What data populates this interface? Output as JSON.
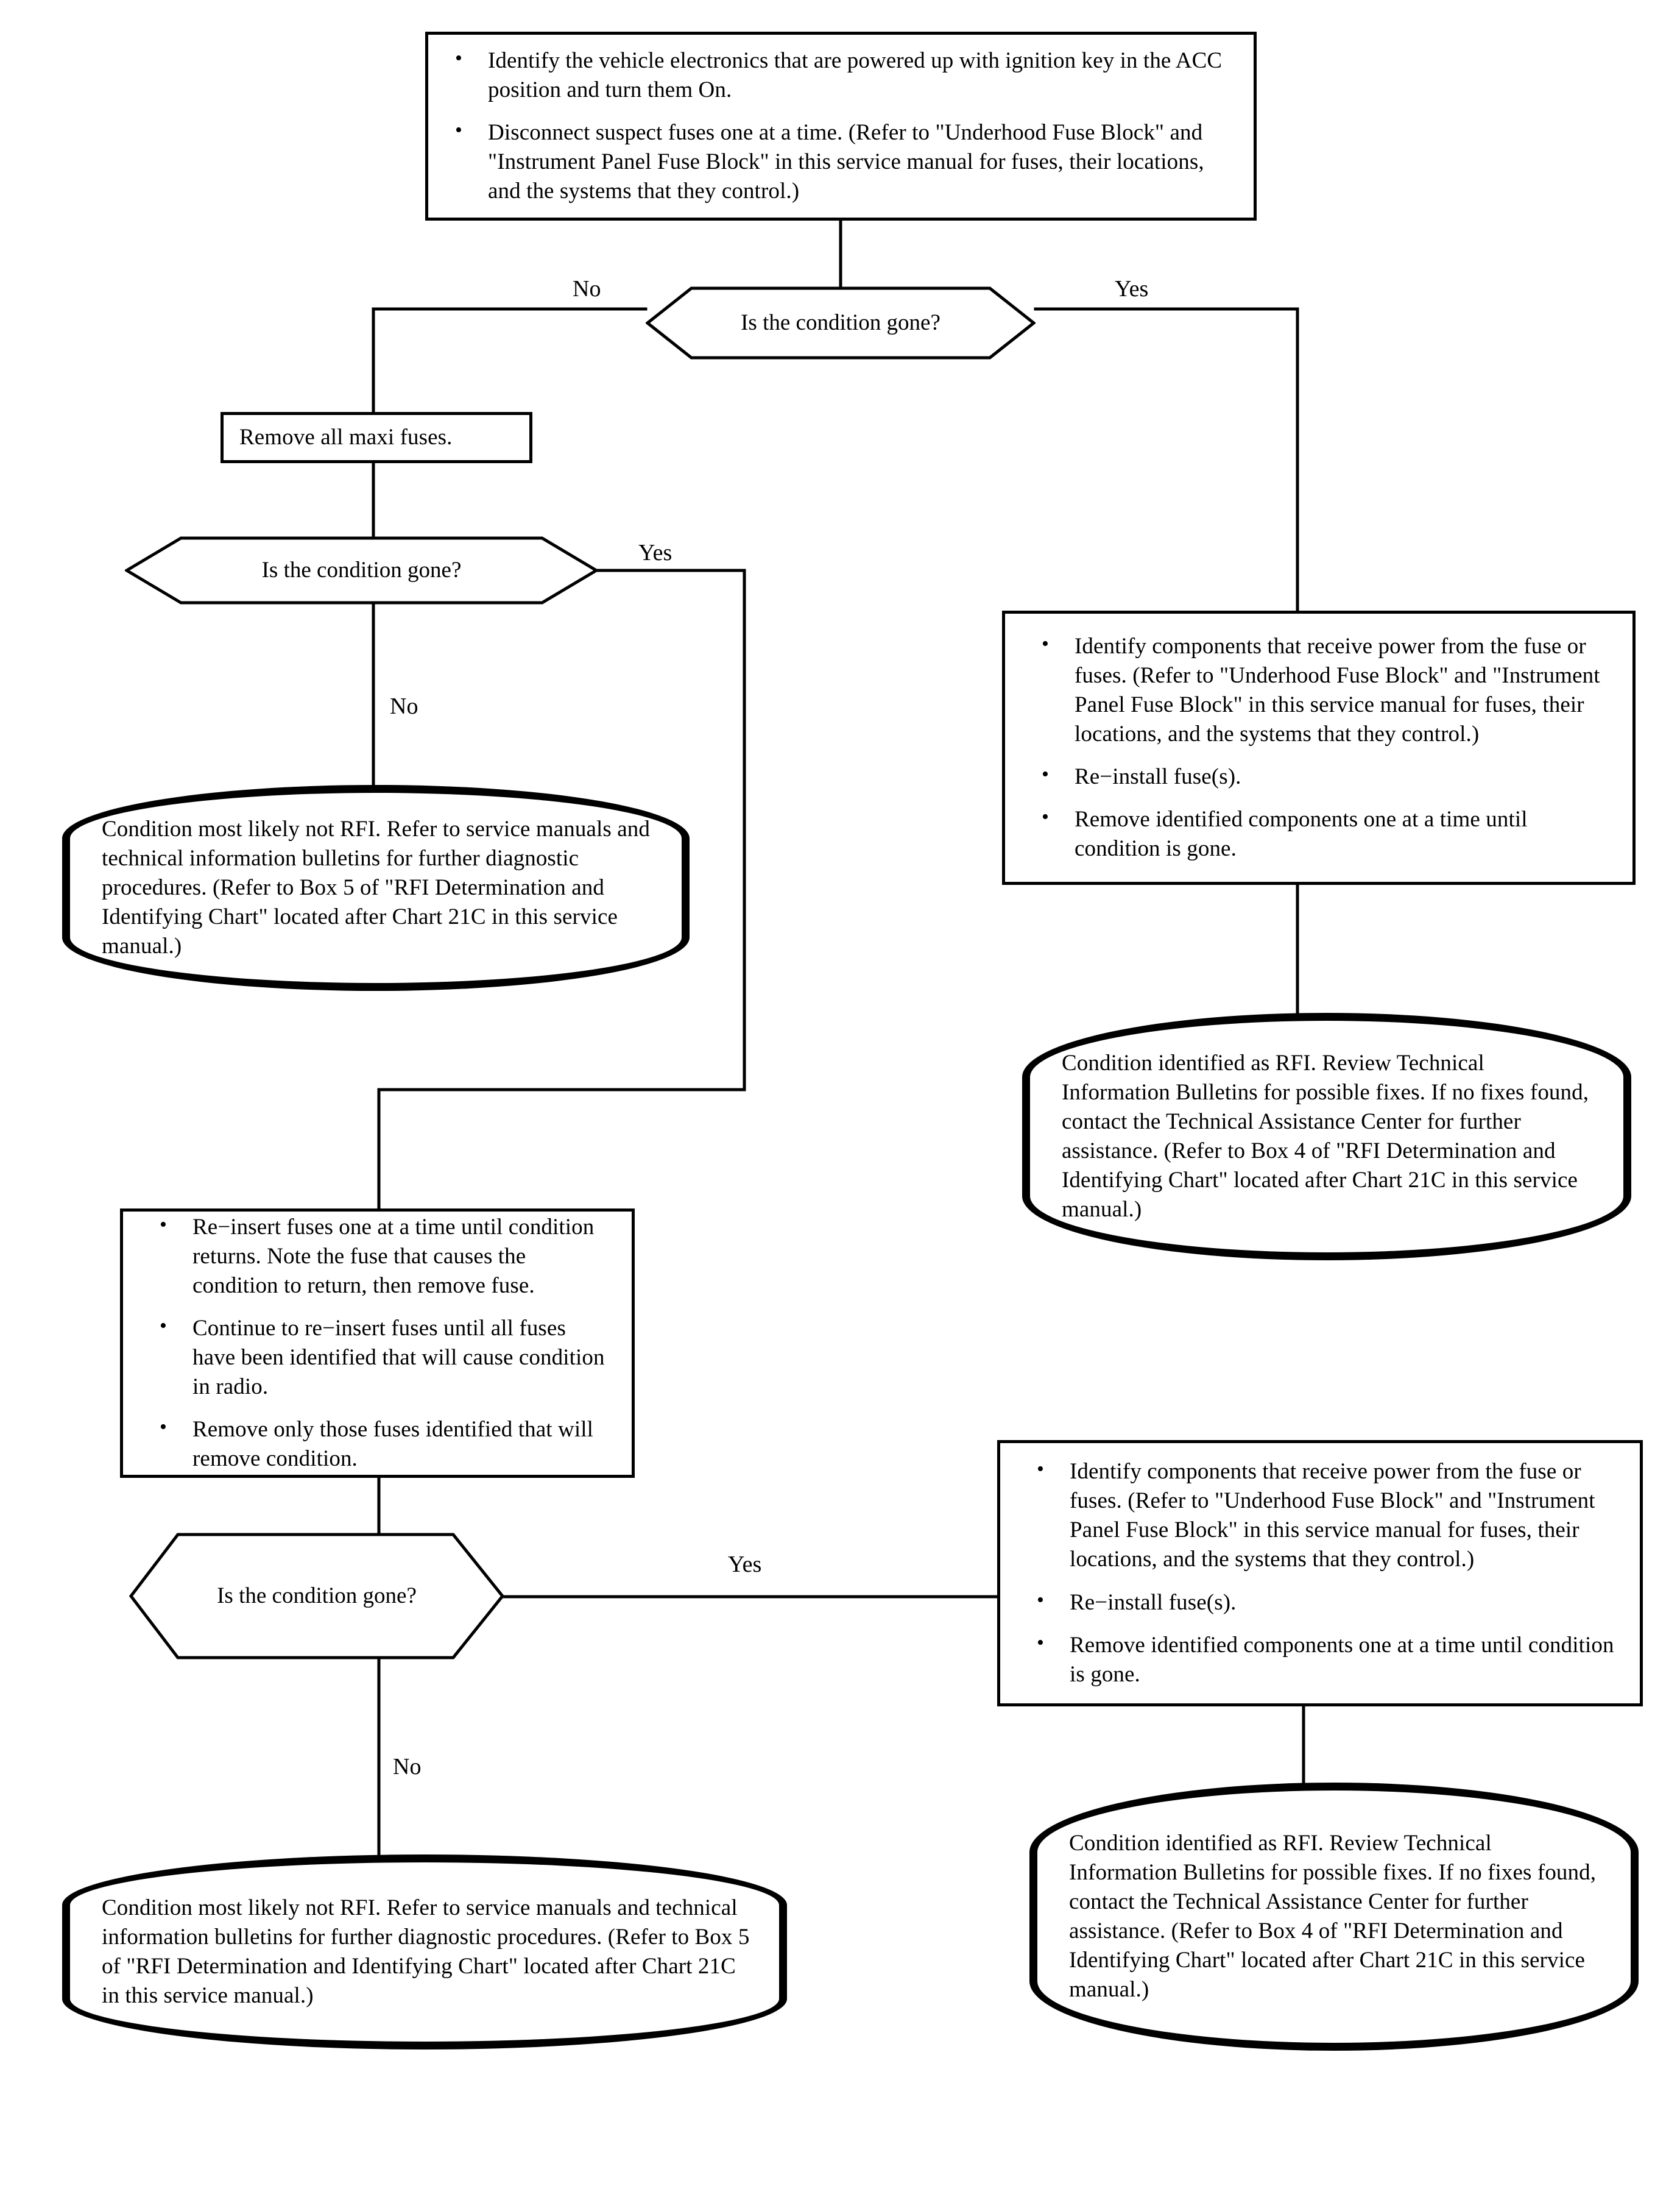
{
  "meta": {
    "title": "RFI Fuse Isolation Diagnostic Flowchart",
    "stroke_color": "#000000",
    "background_color": "#ffffff"
  },
  "nodes": {
    "start_process": {
      "shape": "rectangle",
      "bullets": [
        "Identify the vehicle electronics that are powered up with ignition key in the ACC position and turn them On.",
        "Disconnect suspect fuses one at a time. (Refer to \"Underhood Fuse Block\" and \"Instrument Panel Fuse Block\" in this service manual for fuses, their locations, and the systems that they control.)"
      ]
    },
    "decision_1": {
      "shape": "hexagon",
      "text": "Is the condition gone?"
    },
    "remove_maxi_fuses": {
      "shape": "rectangle",
      "text": "Remove all maxi fuses."
    },
    "decision_2": {
      "shape": "hexagon",
      "text": "Is the condition gone?"
    },
    "identify_components_1": {
      "shape": "rectangle",
      "bullets": [
        "Identify components that receive power from the fuse or fuses. (Refer to \"Underhood Fuse Block\" and \"Instrument Panel Fuse Block\" in this service manual for fuses, their locations, and the systems that they control.)",
        "Re−install fuse(s).",
        "Remove identified components one at a time until condition is gone."
      ]
    },
    "not_rfi_1": {
      "shape": "terminator",
      "text": "Condition most likely not RFI. Refer to service manuals and technical information bulletins for further diagnostic procedures. (Refer to Box 5 of \"RFI Determination and Identifying Chart\" located after Chart 21C in this service manual.)"
    },
    "rfi_identified_1": {
      "shape": "terminator",
      "text": "Condition identified as RFI. Review Technical Information Bulletins for possible fixes. If no fixes found, contact the Technical Assistance Center for further assistance. (Refer to Box 4 of \"RFI Determination and Identifying Chart\" located after Chart 21C in this service manual.)"
    },
    "reinsert_fuses": {
      "shape": "rectangle",
      "bullets": [
        "Re−insert fuses one at a time until condition returns. Note the fuse that causes the condition to return, then remove fuse.",
        "Continue to re−insert fuses until all fuses have been identified that will cause condition in radio.",
        "Remove only those fuses identified that will remove condition."
      ]
    },
    "decision_3": {
      "shape": "hexagon",
      "text": "Is the condition gone?"
    },
    "identify_components_2": {
      "shape": "rectangle",
      "bullets": [
        "Identify components that receive power from the fuse or fuses. (Refer to \"Underhood Fuse Block\" and \"Instrument Panel Fuse Block\" in this service manual for fuses, their locations, and the systems that they control.)",
        "Re−install fuse(s).",
        "Remove identified components one at a time until condition is gone."
      ]
    },
    "not_rfi_2": {
      "shape": "terminator",
      "text": "Condition most likely not RFI. Refer to service manuals and technical information bulletins for further diagnostic procedures. (Refer to Box 5 of \"RFI Determination and Identifying Chart\" located after Chart 21C in this service manual.)"
    },
    "rfi_identified_2": {
      "shape": "terminator",
      "text": "Condition identified as RFI. Review Technical Information Bulletins for possible fixes. If no fixes found, contact the Technical Assistance Center for further assistance. (Refer to Box 4 of \"RFI Determination and Identifying Chart\" located after Chart 21C in this service manual.)"
    }
  },
  "edge_labels": {
    "d1_no": "No",
    "d1_yes": "Yes",
    "d2_yes": "Yes",
    "d2_no": "No",
    "d3_yes": "Yes",
    "d3_no": "No"
  }
}
